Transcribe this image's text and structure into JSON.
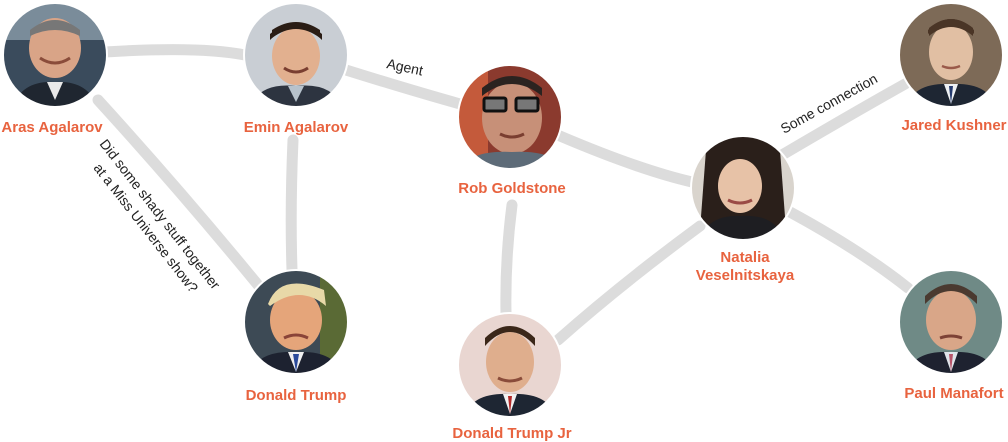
{
  "colors": {
    "name": "#e8633f",
    "edge": "#dcdcdc",
    "label": "#222222"
  },
  "people": [
    {
      "id": "aras",
      "name": "Aras Agalarov",
      "icon": "person-photo"
    },
    {
      "id": "emin",
      "name": "Emin Agalarov",
      "icon": "person-photo"
    },
    {
      "id": "rob",
      "name": "Rob Goldstone",
      "icon": "person-photo"
    },
    {
      "id": "natalia",
      "name_line1": "Natalia",
      "name_line2": "Veselnitskaya",
      "icon": "person-photo"
    },
    {
      "id": "jared",
      "name": "Jared Kushner",
      "icon": "person-photo"
    },
    {
      "id": "trump",
      "name": "Donald Trump",
      "icon": "person-photo"
    },
    {
      "id": "trumpjr",
      "name": "Donald Trump Jr",
      "icon": "person-photo"
    },
    {
      "id": "paul",
      "name": "Paul Manafort",
      "icon": "person-photo"
    }
  ],
  "edge_labels": {
    "agent": "Agent",
    "some_connection": "Some connection",
    "miss_universe_line1": "Did some shady stuff together",
    "miss_universe_line2": "at a Miss Universe show?"
  }
}
